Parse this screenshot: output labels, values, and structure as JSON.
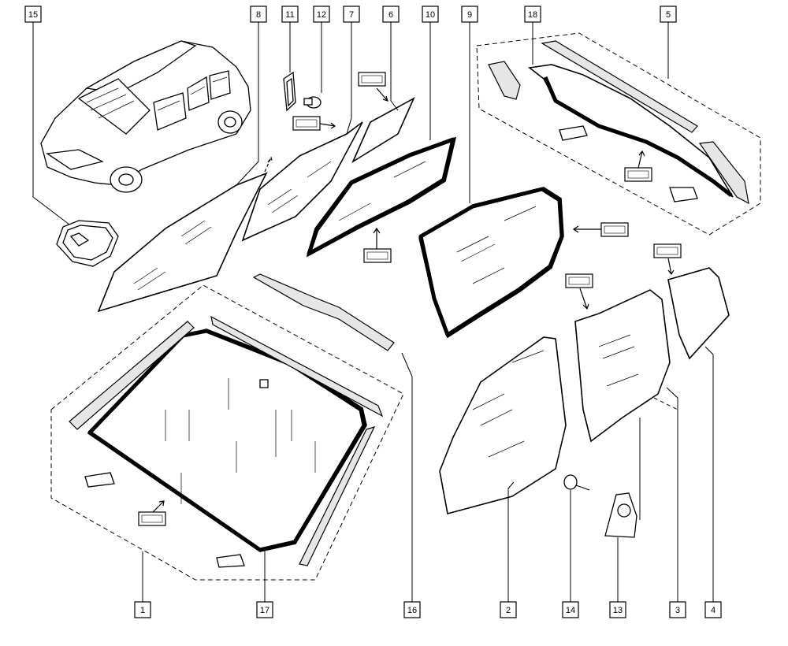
{
  "diagram": {
    "callouts": [
      {
        "id": "c15",
        "label": "15"
      },
      {
        "id": "c8",
        "label": "8"
      },
      {
        "id": "c11",
        "label": "11"
      },
      {
        "id": "c12",
        "label": "12"
      },
      {
        "id": "c7",
        "label": "7"
      },
      {
        "id": "c6",
        "label": "6"
      },
      {
        "id": "c10",
        "label": "10"
      },
      {
        "id": "c9",
        "label": "9"
      },
      {
        "id": "c18",
        "label": "18"
      },
      {
        "id": "c5",
        "label": "5"
      },
      {
        "id": "c1",
        "label": "1"
      },
      {
        "id": "c17",
        "label": "17"
      },
      {
        "id": "c16",
        "label": "16"
      },
      {
        "id": "c2",
        "label": "2"
      },
      {
        "id": "c14",
        "label": "14"
      },
      {
        "id": "c13",
        "label": "13"
      },
      {
        "id": "c3",
        "label": "3"
      },
      {
        "id": "c4",
        "label": "4"
      }
    ]
  }
}
